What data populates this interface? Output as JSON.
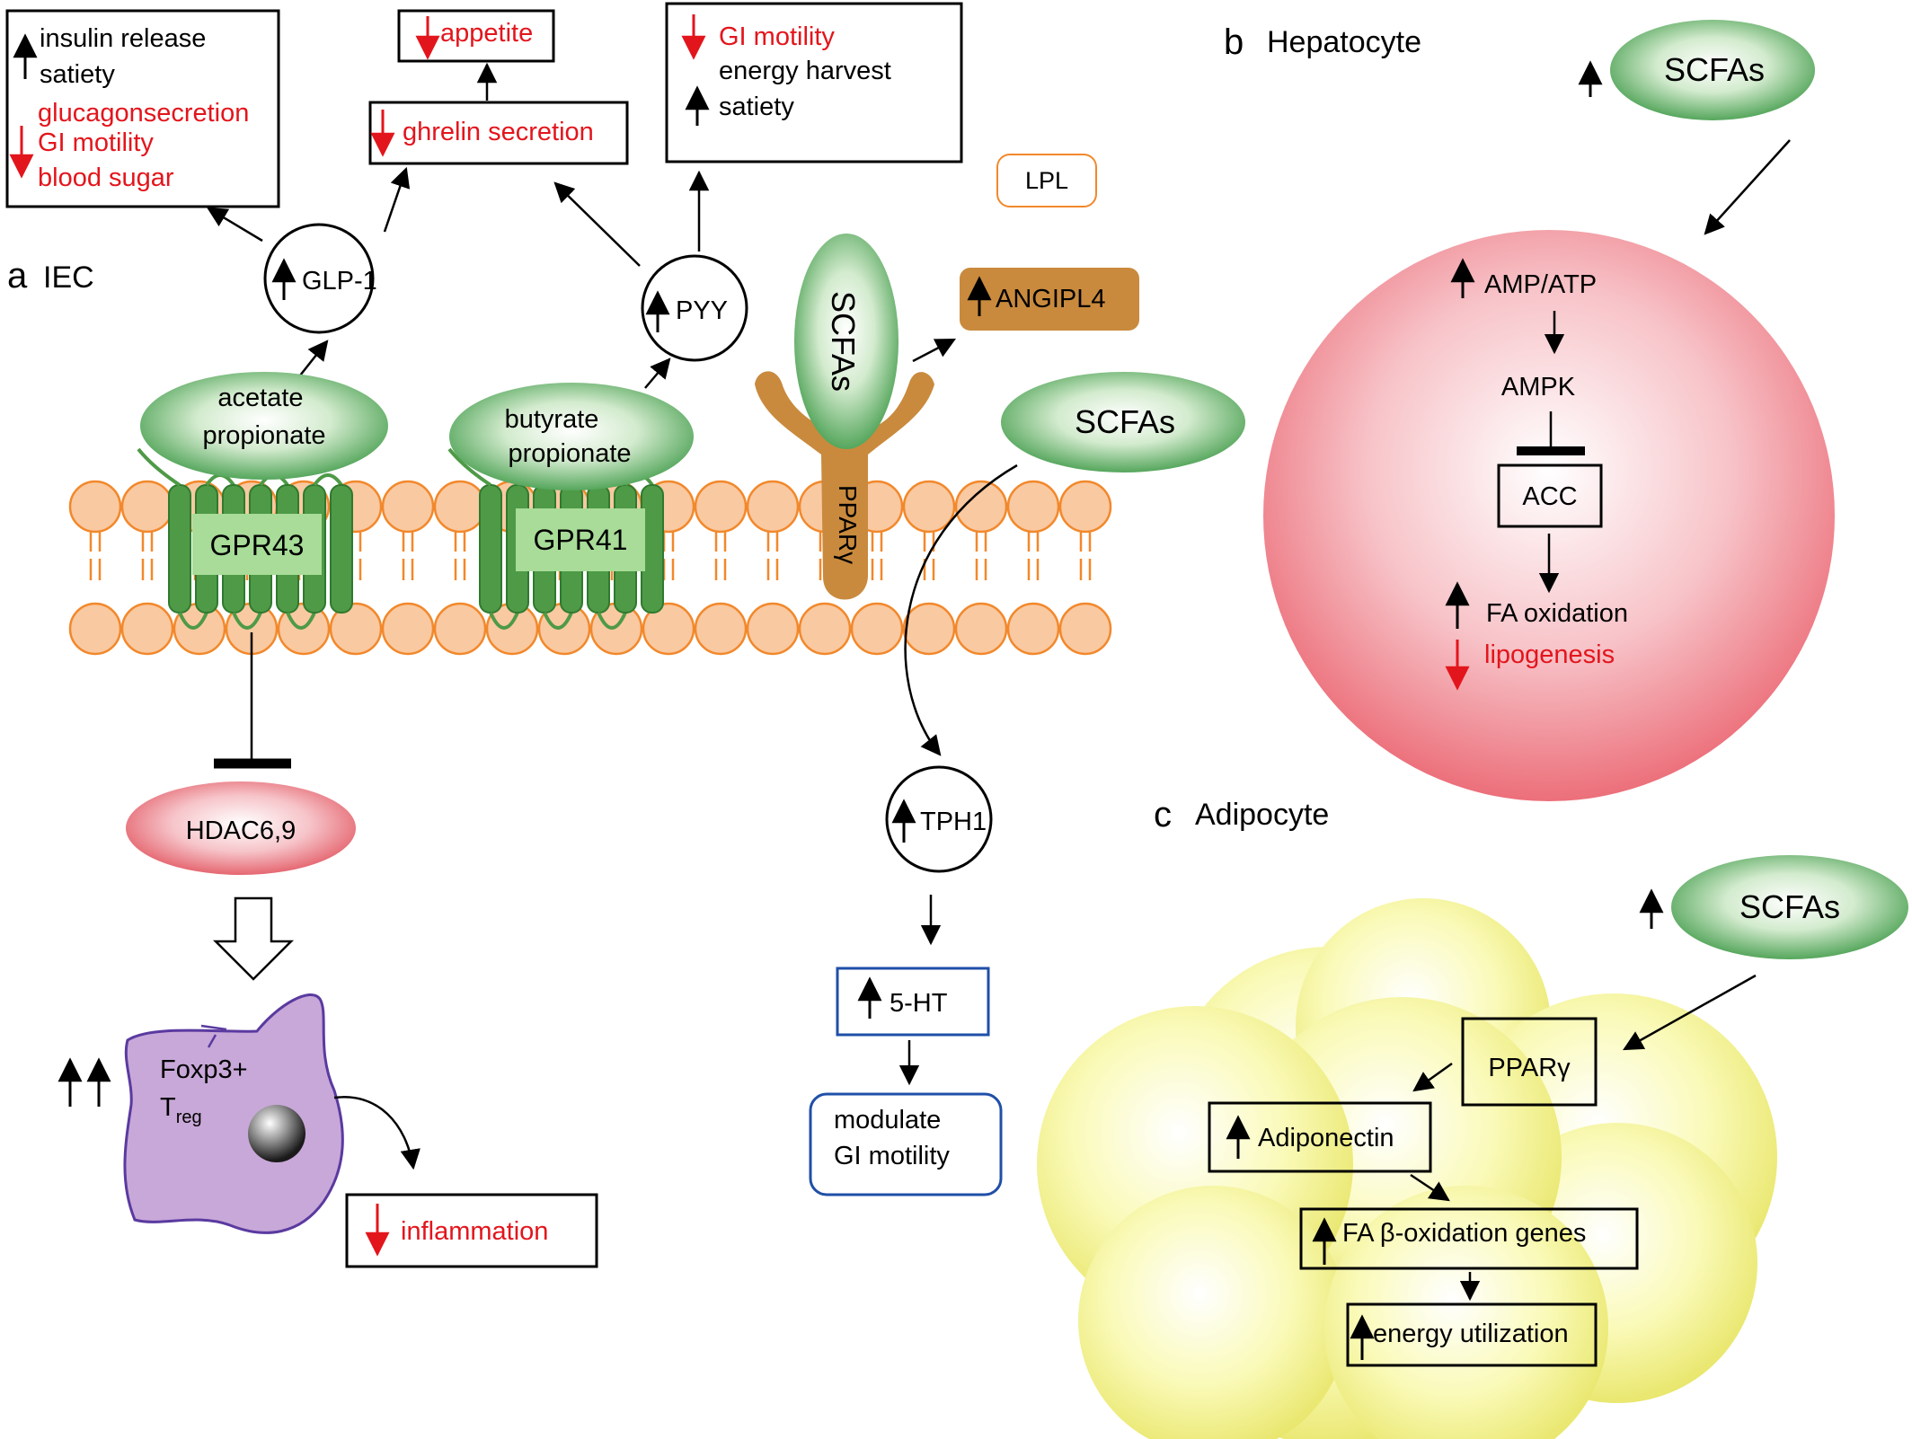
{
  "panels": {
    "a": {
      "letter": "a",
      "title": "IEC"
    },
    "b": {
      "letter": "b",
      "title": "Hepatocyte"
    },
    "c": {
      "letter": "c",
      "title": "Adipocyte"
    }
  },
  "iec": {
    "box_insulin": {
      "line1": "insulin release",
      "line2": "satiety",
      "line3": "glucagonsecretion",
      "line4": "GI motility",
      "line5": "blood sugar"
    },
    "box_appetite": "appetite",
    "box_ghrelin": "ghrelin secretion",
    "box_gi": {
      "line1": "GI motility",
      "line2": "energy harvest",
      "line3": "satiety"
    },
    "lpl": "LPL",
    "glp1": "GLP-1",
    "pyy": "PYY",
    "angipl4": "ANGIPL4",
    "scfas_receptor": "SCFAs",
    "scfas_free": "SCFAs",
    "ppar": "PPARγ",
    "ligand1": {
      "line1": "acetate",
      "line2": "propionate"
    },
    "ligand2": {
      "line1": "butyrate",
      "line2": "propionate"
    },
    "gpr43": "GPR43",
    "gpr41": "GPR41",
    "hdac": "HDAC6,9",
    "treg": {
      "line1": "Foxp3+",
      "line2_main": "T",
      "line2_sub": "reg"
    },
    "inflammation": "inflammation",
    "tph1": "TPH1",
    "ht5": "5-HT",
    "modulate": {
      "line1": "modulate",
      "line2": "GI motility"
    }
  },
  "hepatocyte": {
    "scfas": "SCFAs",
    "amp_atp": "AMP/ATP",
    "ampk": "AMPK",
    "acc": "ACC",
    "fa_oxidation": "FA oxidation",
    "lipogenesis": "lipogenesis"
  },
  "adipocyte": {
    "scfas": "SCFAs",
    "pparg": "PPARγ",
    "adiponectin": "Adiponectin",
    "fa_genes": "FA β-oxidation genes",
    "energy": "energy utilization"
  },
  "colors": {
    "increase_arrow": "#000000",
    "decrease_arrow": "#e3151c",
    "red_text": "#e3151c",
    "membrane_fill": "#f9c9a1",
    "membrane_stroke": "#f2882b",
    "receptor_green": "#4e9a47",
    "receptor_label_bg": "#a8dc98",
    "ppar_brown": "#c98a3d",
    "hdac_pink": "#ef8a94",
    "treg_purple": "#c8a8d8",
    "hepatocyte_pink": "#ef7680",
    "adipocyte_yellow": "#f2f08a",
    "blue_box": "#1f4fa8"
  }
}
